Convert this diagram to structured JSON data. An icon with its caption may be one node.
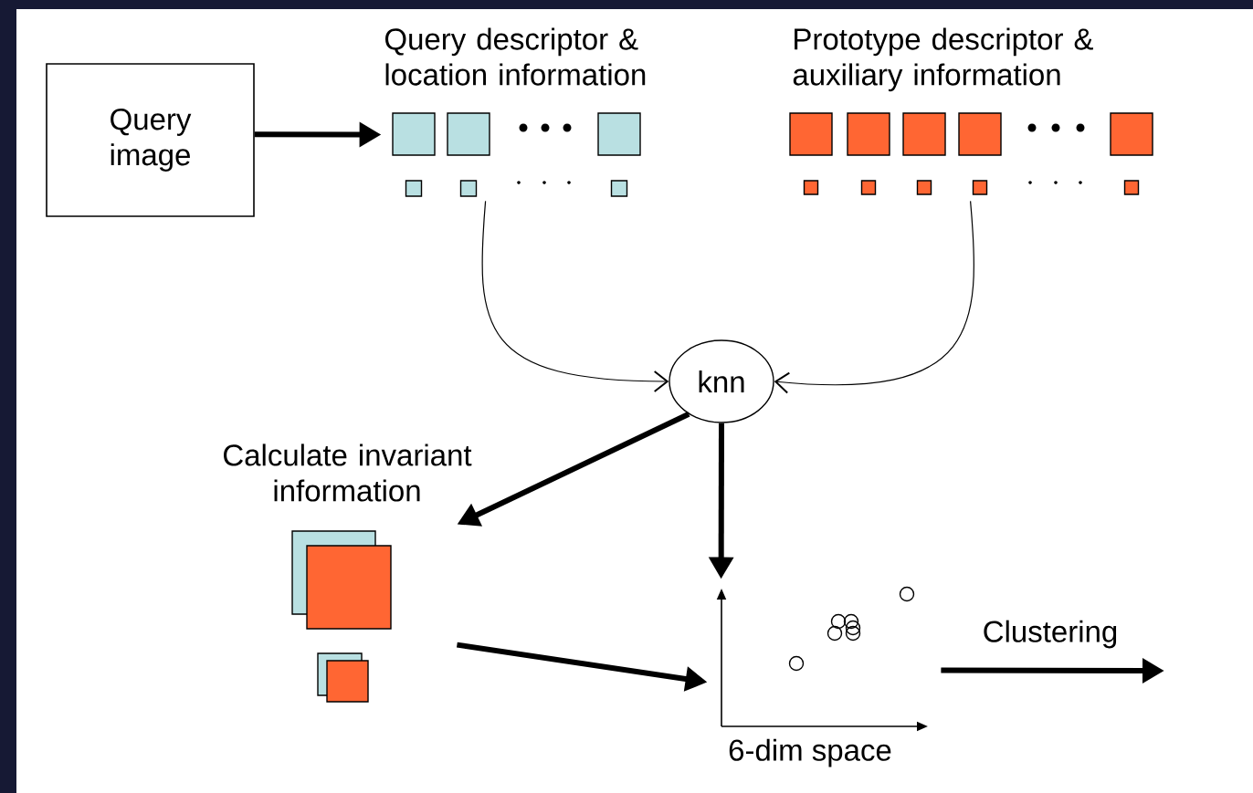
{
  "diagram": {
    "nodes": [
      {
        "text": [
          "Query image"
        ]
      },
      {
        "text": [
          "Query descriptor & location information"
        ]
      },
      {
        "text": [
          "Prototype descriptor & auxiliary information"
        ]
      },
      {
        "text": [
          "knn"
        ]
      },
      {
        "text": [
          "Calculate invariant information"
        ]
      },
      {
        "text": [
          "6-dim space"
        ]
      }
    ],
    "edges": [
      {
        "from": 0,
        "to": 1,
        "arrow": "to"
      },
      {
        "from": 1,
        "to": 3,
        "arrow": "to"
      },
      {
        "from": 2,
        "to": 3,
        "arrow": "to"
      },
      {
        "from": 3,
        "to": 4,
        "arrow": "to"
      },
      {
        "from": 3,
        "to": 5,
        "arrow": "to"
      },
      {
        "from": 4,
        "to": 5,
        "arrow": "to"
      },
      {
        "from": 5,
        "to": null,
        "label": "Clustering",
        "arrow": "to"
      }
    ]
  }
}
